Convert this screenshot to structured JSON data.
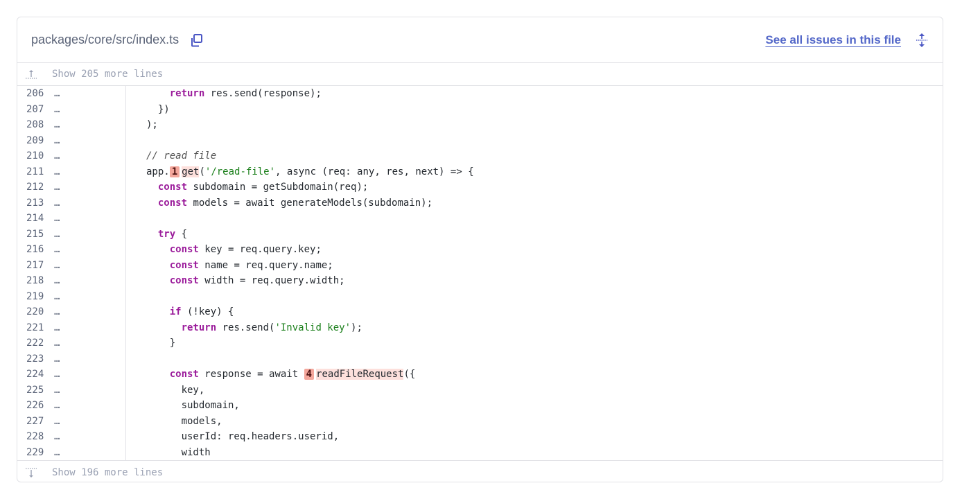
{
  "header": {
    "file_path": "packages/core/src/index.ts",
    "issues_link": "See all issues in this file",
    "copy_icon": "copy-icon",
    "expand_icon": "expand-vertical-icon"
  },
  "show_above": "Show 205 more lines",
  "show_below": "Show 196 more lines",
  "ellipsis": "…",
  "lines": [
    {
      "n": "206",
      "t": [
        [
          "p",
          "    "
        ],
        [
          "kw",
          "return"
        ],
        [
          "p",
          " res.send(response);"
        ]
      ]
    },
    {
      "n": "207",
      "t": [
        [
          "p",
          "  })"
        ]
      ]
    },
    {
      "n": "208",
      "t": [
        [
          "p",
          ");"
        ]
      ]
    },
    {
      "n": "209",
      "t": []
    },
    {
      "n": "210",
      "t": [
        [
          "cm",
          "// read file"
        ]
      ]
    },
    {
      "n": "211",
      "t": [
        [
          "p",
          "app."
        ],
        [
          "badge",
          "1"
        ],
        [
          "hl",
          "get"
        ],
        [
          "p",
          "("
        ],
        [
          "str",
          "'/read-file'"
        ],
        [
          "p",
          ", async (req: any, res, next) => {"
        ]
      ]
    },
    {
      "n": "212",
      "t": [
        [
          "p",
          "  "
        ],
        [
          "kw",
          "const"
        ],
        [
          "p",
          " subdomain = getSubdomain(req);"
        ]
      ]
    },
    {
      "n": "213",
      "t": [
        [
          "p",
          "  "
        ],
        [
          "kw",
          "const"
        ],
        [
          "p",
          " models = await generateModels(subdomain);"
        ]
      ]
    },
    {
      "n": "214",
      "t": []
    },
    {
      "n": "215",
      "t": [
        [
          "p",
          "  "
        ],
        [
          "kw",
          "try"
        ],
        [
          "p",
          " {"
        ]
      ]
    },
    {
      "n": "216",
      "t": [
        [
          "p",
          "    "
        ],
        [
          "kw",
          "const"
        ],
        [
          "p",
          " key = req.query.key;"
        ]
      ]
    },
    {
      "n": "217",
      "t": [
        [
          "p",
          "    "
        ],
        [
          "kw",
          "const"
        ],
        [
          "p",
          " name = req.query.name;"
        ]
      ]
    },
    {
      "n": "218",
      "t": [
        [
          "p",
          "    "
        ],
        [
          "kw",
          "const"
        ],
        [
          "p",
          " width = req.query.width;"
        ]
      ]
    },
    {
      "n": "219",
      "t": []
    },
    {
      "n": "220",
      "t": [
        [
          "p",
          "    "
        ],
        [
          "kw",
          "if"
        ],
        [
          "p",
          " (!key) {"
        ]
      ]
    },
    {
      "n": "221",
      "t": [
        [
          "p",
          "      "
        ],
        [
          "kw",
          "return"
        ],
        [
          "p",
          " res.send("
        ],
        [
          "str",
          "'Invalid key'"
        ],
        [
          "p",
          ");"
        ]
      ]
    },
    {
      "n": "222",
      "t": [
        [
          "p",
          "    }"
        ]
      ]
    },
    {
      "n": "223",
      "t": []
    },
    {
      "n": "224",
      "t": [
        [
          "p",
          "    "
        ],
        [
          "kw",
          "const"
        ],
        [
          "p",
          " response = await "
        ],
        [
          "badge",
          "4"
        ],
        [
          "hl",
          "readFileRequest"
        ],
        [
          "p",
          "({"
        ]
      ]
    },
    {
      "n": "225",
      "t": [
        [
          "p",
          "      key,"
        ]
      ]
    },
    {
      "n": "226",
      "t": [
        [
          "p",
          "      subdomain,"
        ]
      ]
    },
    {
      "n": "227",
      "t": [
        [
          "p",
          "      models,"
        ]
      ]
    },
    {
      "n": "228",
      "t": [
        [
          "p",
          "      userId: req.headers.userid,"
        ]
      ]
    },
    {
      "n": "229",
      "t": [
        [
          "p",
          "      width"
        ]
      ]
    }
  ]
}
